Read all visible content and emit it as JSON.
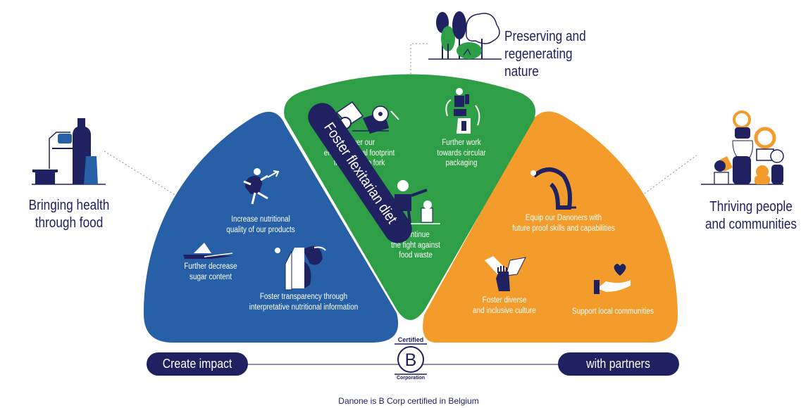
{
  "outer_labels": {
    "health": [
      "Bringing health",
      "through food"
    ],
    "nature": [
      "Preserving and",
      "regenerating nature"
    ],
    "people": [
      "Thriving people",
      "and communities"
    ]
  },
  "blue_segment": {
    "color": "#2860a8",
    "items": {
      "nutrition": [
        "Increase nutritional",
        "quality of our products"
      ],
      "sugar": [
        "Further decrease",
        "sugar content"
      ],
      "transparency": [
        "Foster transparency through",
        "interpretative nutritional information"
      ]
    }
  },
  "green_segment": {
    "color": "#2e9e47",
    "items": {
      "footprint": [
        "Lower our",
        "environmental footprint",
        "from farm to fork"
      ],
      "packaging": [
        "Further work",
        "towards circular",
        "packaging"
      ],
      "waste": [
        "Continue",
        "the fight against",
        "food waste"
      ]
    }
  },
  "orange_segment": {
    "color": "#f39c2c",
    "items": {
      "skills": [
        "Equip our Danoners with",
        "future proof skills and capabilities"
      ],
      "inclusive": [
        "Foster diverse",
        "and inclusive culture"
      ],
      "communities": [
        "Support local communities"
      ]
    }
  },
  "ribbon": {
    "label": "Foster flexitarian diet"
  },
  "bottom": {
    "left_pill": "Create impact",
    "right_pill": "with partners",
    "bcorp_top": "Certified",
    "bcorp_letter": "B",
    "bcorp_bottom": "Corporation",
    "footer": "Danone is B Corp certified in Belgium"
  },
  "colors": {
    "navy": "#1f2160",
    "blue": "#2860a8",
    "green": "#2e9e47",
    "orange": "#f39c2c"
  },
  "icons": [
    "bottle-glass-icon",
    "forest-trees-icon",
    "people-group-icon",
    "running-person-icon",
    "sugar-spoon-icon",
    "milk-carton-icon",
    "tractor-farm-icon",
    "recycle-person-icon",
    "food-waste-person-icon",
    "stretching-person-icon",
    "diverse-hands-icon",
    "heart-hand-icon"
  ]
}
